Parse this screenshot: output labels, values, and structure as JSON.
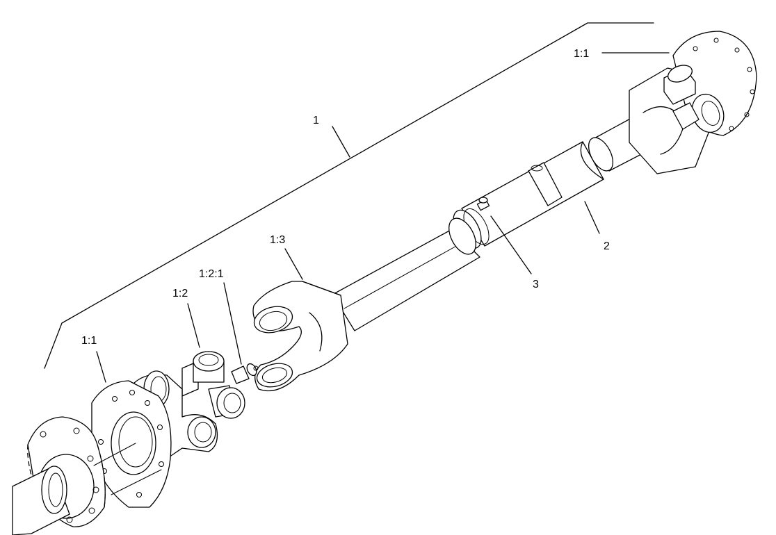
{
  "callouts": {
    "assembly": "1",
    "flange_upper": "1:1",
    "flange_lower": "1:1",
    "spider": "1:2",
    "grease_fitting_spider": "1:2:1",
    "yoke": "1:3",
    "tube": "2",
    "grease_fitting_tube": "3"
  },
  "icons": [
    "drive-shaft-illustration"
  ]
}
